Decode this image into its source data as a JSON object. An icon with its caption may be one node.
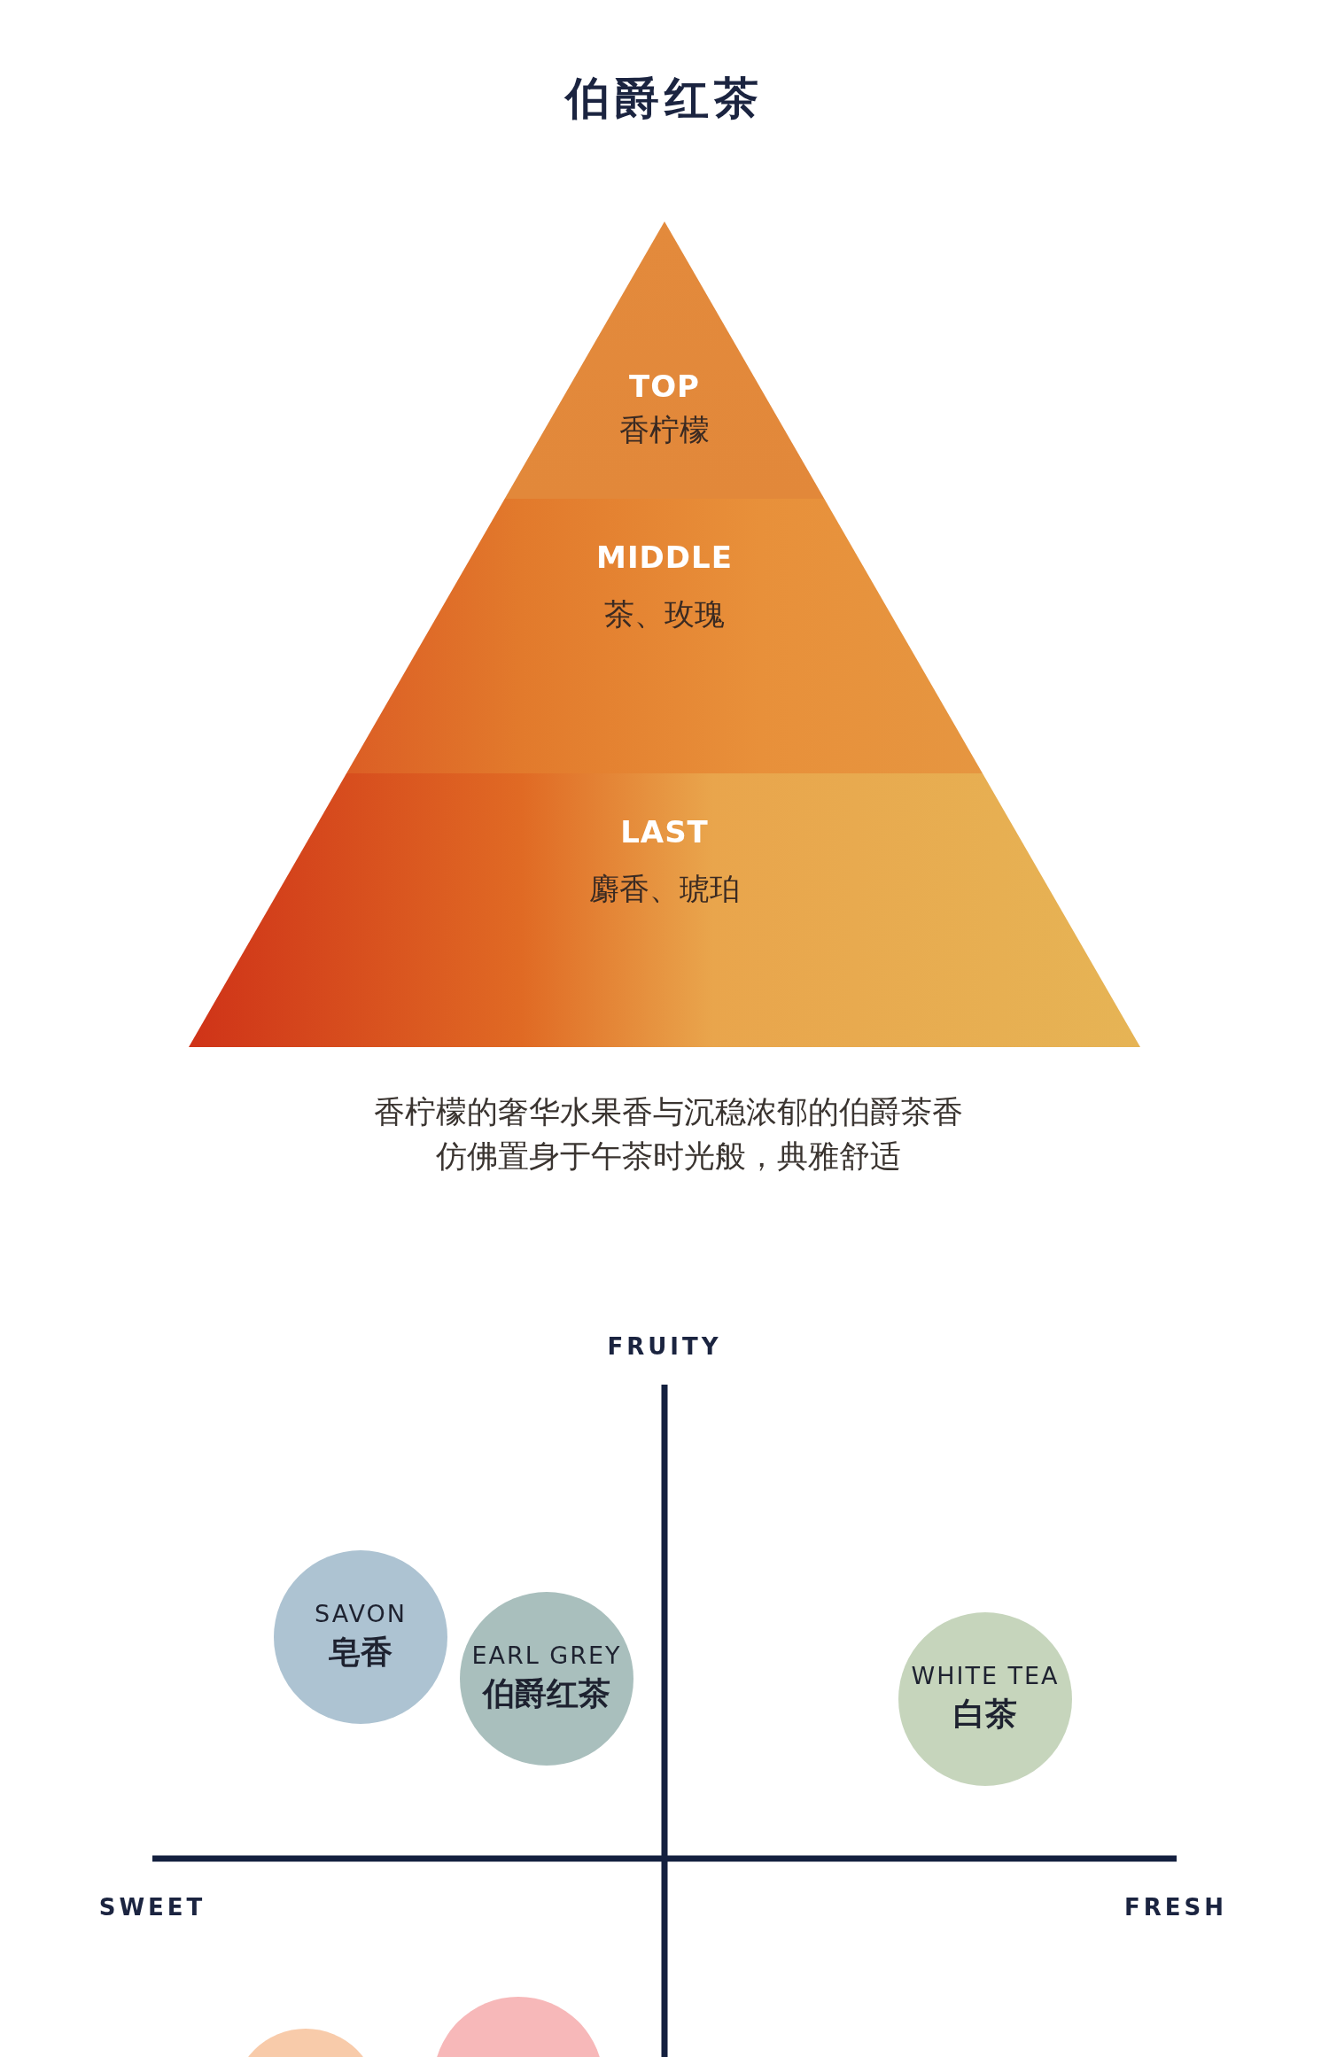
{
  "diagram": {
    "title": "伯爵红茶",
    "caption": "香柠檬的奢华水果香与沉稳浓郁的伯爵茶香仿佛置身于午茶时光般，典雅舒适",
    "nodes": [
      {
        "text": [
          "TOP",
          "香柠檬"
        ]
      },
      {
        "text": [
          "MIDDLE",
          "茶、玫瑰"
        ]
      },
      {
        "text": [
          "LAST",
          "麝香、琥珀"
        ]
      },
      {
        "text": [
          "SAVON",
          "皂香"
        ]
      },
      {
        "text": [
          "EARL GREY",
          "伯爵红茶"
        ]
      },
      {
        "text": [
          "WHITE TEA",
          "白茶"
        ]
      },
      {
        "text": [],
        "shape": "circle"
      },
      {
        "text": [],
        "shape": "circle"
      }
    ],
    "edges": [],
    "labels": [
      "FRUITY",
      "SWEET",
      "FRESH"
    ]
  }
}
